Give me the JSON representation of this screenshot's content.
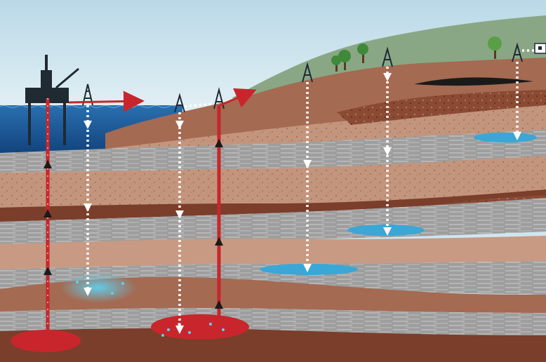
{
  "colors": {
    "sky_top": "#b9d9e7",
    "sky_bottom": "#e3f0f5",
    "sea_top": "#2a6fb0",
    "sea_bottom": "#0f3f78",
    "hill": "#8aa785",
    "brown_light": "#c89a83",
    "brown_mid": "#a46a52",
    "brown_dark": "#7a3e2b",
    "shale": "#9c9c9c",
    "shale_line": "#c9c9c9",
    "production": "#c8262c",
    "injection": "#3aa7d6",
    "arrow_white": "#ffffff",
    "rig": "#1f2a33",
    "oil_black": "#1a1a1a"
  },
  "icons": {
    "platform": "offshore-platform-icon",
    "derrick": "derrick-icon",
    "tree": "tree-icon",
    "building": "building-icon",
    "arrow_down": "arrow-down-icon",
    "arrow_up": "arrow-up-icon",
    "arrow_export": "export-arrow-icon"
  },
  "wells": [
    {
      "id": "offshore-production-well",
      "type": "production"
    },
    {
      "id": "offshore-injection-well",
      "type": "injection"
    },
    {
      "id": "coastal-injection-well",
      "type": "injection"
    },
    {
      "id": "coastal-production-well",
      "type": "production"
    },
    {
      "id": "hill-injection-well-1",
      "type": "injection"
    },
    {
      "id": "hill-injection-well-2",
      "type": "injection"
    },
    {
      "id": "hill-injection-well-3",
      "type": "injection"
    }
  ]
}
